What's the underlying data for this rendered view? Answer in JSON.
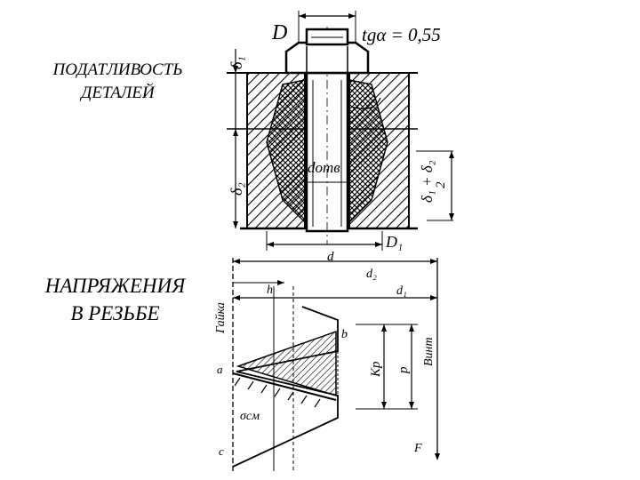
{
  "headings": {
    "compliance": [
      "ПОДАТЛИВОСТЬ",
      "ДЕТАЛЕЙ"
    ],
    "thread_stress": [
      "НАПРЯЖЕНИЯ",
      "В РЕЗЬБЕ"
    ]
  },
  "top_drawing": {
    "D": "D",
    "tg_formula": "tgα = 0,55",
    "b1": "δ₁",
    "b2": "δ₂",
    "d_otv": "dотв",
    "sum_label": "δ₁ + δ₂",
    "half_label": "2",
    "D1": "D₁",
    "d": "d"
  },
  "bottom_drawing": {
    "d2": "d₂",
    "d1": "d₁",
    "h": "h",
    "nut": "Гайка",
    "bolt": "Винт",
    "b": "b",
    "a": "a",
    "c": "c",
    "ksm": "σсм",
    "p": "p",
    "kp": "Kp",
    "F": "F"
  }
}
